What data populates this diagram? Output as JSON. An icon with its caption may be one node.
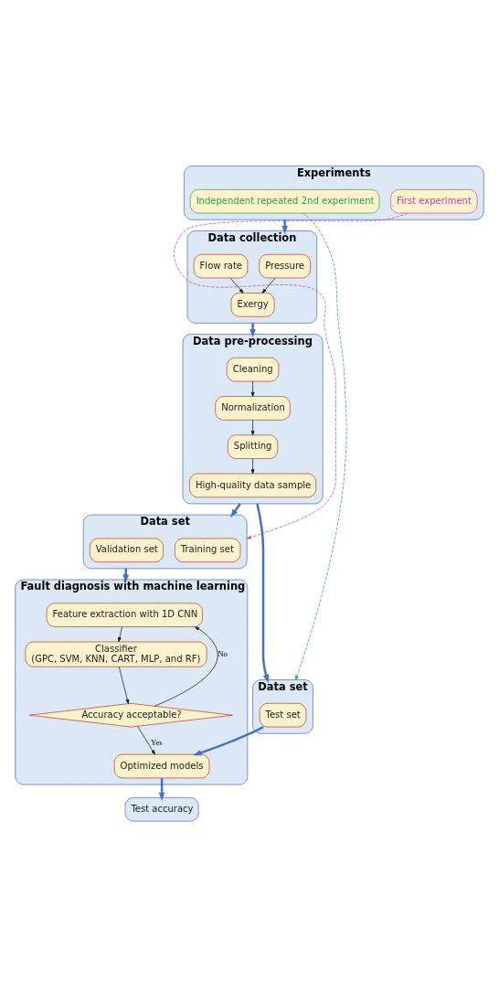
{
  "diagram": {
    "nodes": [
      {
        "text": [
          "Experiments"
        ]
      },
      {
        "text": [
          "First experiment"
        ],
        "in": 0
      },
      {
        "text": [
          "Independent repeated 2nd experiment"
        ],
        "in": 0
      },
      {
        "text": [
          "Data collection"
        ]
      },
      {
        "text": [
          "Pressure"
        ],
        "in": 3
      },
      {
        "text": [
          "Flow rate"
        ],
        "in": 3
      },
      {
        "text": [
          "Exergy"
        ],
        "in": 3
      },
      {
        "text": [
          "Data pre-processing"
        ]
      },
      {
        "text": [
          "Cleaning"
        ],
        "in": 7
      },
      {
        "text": [
          "Normalization"
        ],
        "in": 7
      },
      {
        "text": [
          "Splitting"
        ],
        "in": 7
      },
      {
        "text": [
          "High-quality data sample"
        ],
        "in": 7
      },
      {
        "text": [
          "Data set"
        ]
      },
      {
        "text": [
          "Training set"
        ],
        "in": 12
      },
      {
        "text": [
          "Validation set"
        ],
        "in": 12
      },
      {
        "text": [
          "Data set"
        ]
      },
      {
        "text": [
          "Test set"
        ],
        "in": 15
      },
      {
        "text": [
          "Fault diagnosis with machine learning"
        ]
      },
      {
        "text": [
          "Feature extraction with 1D CNN"
        ],
        "in": 17
      },
      {
        "text": [
          "Classifier",
          "(GPC, SVM, KNN, CART, MLP, and RF)"
        ],
        "in": 17
      },
      {
        "text": [
          "Accuracy acceptable?"
        ],
        "in": 17
      },
      {
        "text": [
          "Optimized models"
        ],
        "in": 17
      },
      {
        "text": [
          "Test accuracy"
        ]
      }
    ],
    "edges": [
      {
        "from": 0,
        "to": 3,
        "arrow": "to",
        "style": "thick",
        "color": "#4472c4"
      },
      {
        "from": 4,
        "to": 6,
        "arrow": "to"
      },
      {
        "from": 5,
        "to": 6,
        "arrow": "to"
      },
      {
        "from": 3,
        "to": 7,
        "arrow": "to",
        "style": "thick",
        "color": "#4472c4"
      },
      {
        "from": 8,
        "to": 9,
        "arrow": "to"
      },
      {
        "from": 9,
        "to": 10,
        "arrow": "to"
      },
      {
        "from": 10,
        "to": 11,
        "arrow": "to"
      },
      {
        "from": 7,
        "to": 12,
        "arrow": "to",
        "style": "thick",
        "color": "#4472c4"
      },
      {
        "from": 7,
        "to": 15,
        "arrow": "to",
        "style": "thick",
        "color": "#4472c4"
      },
      {
        "from": 1,
        "to": 12,
        "arrow": "to",
        "style": "dashed",
        "color": "#cc44aa"
      },
      {
        "from": 2,
        "to": 15,
        "arrow": "to",
        "style": "dashed",
        "color": "#22aa44"
      },
      {
        "from": 12,
        "to": 17,
        "arrow": "to",
        "style": "thick",
        "color": "#4472c4"
      },
      {
        "from": 18,
        "to": 19,
        "arrow": "to"
      },
      {
        "from": 19,
        "to": 20,
        "arrow": "to"
      },
      {
        "from": 20,
        "to": 18,
        "arrow": "to",
        "label": "No"
      },
      {
        "from": 20,
        "to": 21,
        "arrow": "to",
        "label": "Yes"
      },
      {
        "from": 16,
        "to": 21,
        "arrow": "to",
        "style": "thick",
        "color": "#4472c4"
      },
      {
        "from": 21,
        "to": 22,
        "arrow": "to",
        "style": "thick",
        "color": "#4472c4"
      }
    ]
  }
}
